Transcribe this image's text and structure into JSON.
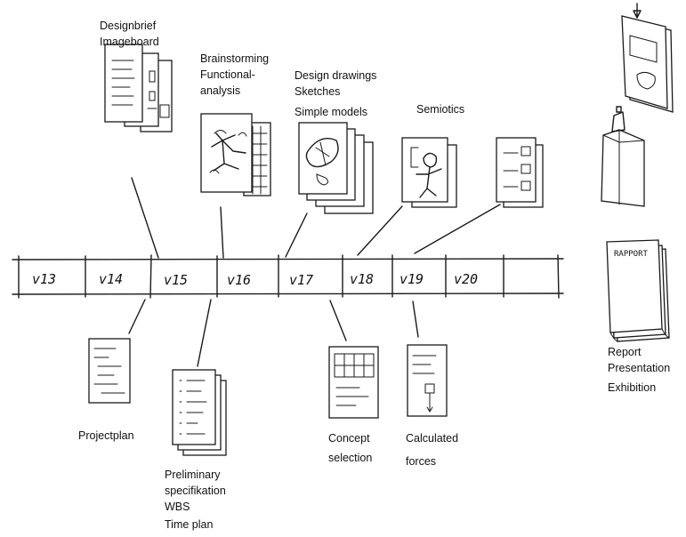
{
  "weeks": [
    "v13",
    "v14",
    "v15",
    "v16",
    "v17",
    "v18",
    "v19",
    "v20"
  ],
  "labels": {
    "designbrief": "Designbrief",
    "imageboard": "Imageboard",
    "brainstorming": "Brainstorming",
    "functional": "Functional-",
    "analysis": "analysis",
    "design_drawings": "Design drawings",
    "sketches": "Sketches",
    "simple_models": "Simple models",
    "semiotics": "Semiotics",
    "projectplan": "Projectplan",
    "preliminary": "Preliminary",
    "specifikation": "specifikation",
    "wbs": "WBS",
    "time_plan": "Time plan",
    "concept": "Concept",
    "selection": "selection",
    "calculated": "Calculated",
    "forces": "forces",
    "report": "Report",
    "presentation": "Presentation",
    "exhibition": "Exhibition",
    "rapport": "RAPPORT"
  }
}
